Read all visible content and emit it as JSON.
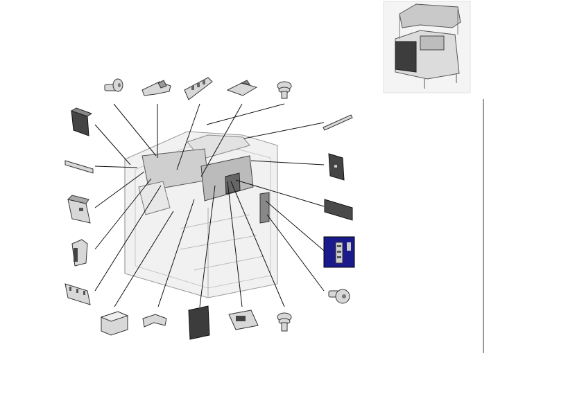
{
  "diagram": {
    "type": "exploded-parts-view",
    "highlight_color": "#1a1a8c",
    "line_color": "#111111",
    "part_color": "#d8d8d8",
    "callouts": [
      {
        "id": "screw-top-left",
        "icon": "shoulder-screw-icon"
      },
      {
        "id": "bracket-top-1",
        "icon": "bracket-icon"
      },
      {
        "id": "rail-top",
        "icon": "rail-icon"
      },
      {
        "id": "plate-top",
        "icon": "plate-icon"
      },
      {
        "id": "screw-top-right",
        "icon": "screw-icon"
      },
      {
        "id": "cover-left-upper",
        "icon": "cover-panel-icon"
      },
      {
        "id": "rod-left",
        "icon": "rod-icon"
      },
      {
        "id": "cover-left-mid",
        "icon": "cover-panel-icon"
      },
      {
        "id": "connector-left",
        "icon": "connector-icon"
      },
      {
        "id": "bracket-left-lower",
        "icon": "bracket-icon"
      },
      {
        "id": "block-bottom-1",
        "icon": "block-icon"
      },
      {
        "id": "clip-bottom",
        "icon": "clip-icon"
      },
      {
        "id": "panel-bottom",
        "icon": "panel-icon"
      },
      {
        "id": "bracket-bottom",
        "icon": "bracket-icon"
      },
      {
        "id": "screw-bottom",
        "icon": "screw-icon"
      },
      {
        "id": "rod-right",
        "icon": "rod-icon"
      },
      {
        "id": "panel-right",
        "icon": "panel-icon"
      },
      {
        "id": "plate-right",
        "icon": "plate-icon"
      },
      {
        "id": "board-highlighted",
        "icon": "circuit-board-icon"
      },
      {
        "id": "screw-right",
        "icon": "screw-icon"
      }
    ]
  }
}
